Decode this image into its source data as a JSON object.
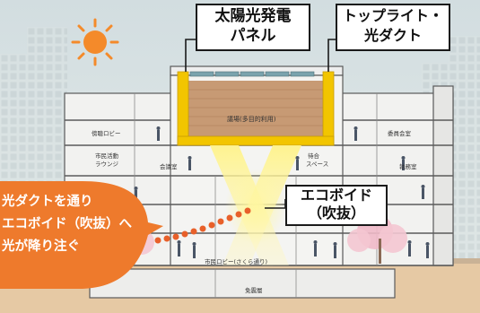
{
  "callouts": {
    "solar_panel": [
      "太陽光発電",
      "パネル"
    ],
    "toplight": [
      "トップライト・",
      "光ダクト"
    ],
    "ecovoid": [
      "エコボイド",
      "（吹抜）"
    ]
  },
  "orange_bubble": [
    "光ダクトを通り",
    "エコボイド（吹抜）へ",
    "光が降り注ぐ"
  ],
  "room_labels": {
    "hall": "議場(多目的利用)",
    "committee_lobby": "傍聴ロビー",
    "committee_room": "委員会室",
    "citizen_lounge": [
      "市民活動",
      "ラウンジ"
    ],
    "meeting_room": "会議室",
    "waiting_space": [
      "待合",
      "スペース"
    ],
    "office": "執務室",
    "citizen_lobby": "市民ロビー(さくら通り)",
    "basement": "免震層"
  },
  "colors": {
    "sky": "#d2dde0",
    "building_outline": "#5a5a5a",
    "hall_wood": "#c79a74",
    "yellow_duct": "#f2c500",
    "orange_bubble": "#ee7a2c",
    "dot_trail": "#e8602a",
    "sun": "#f48a2a",
    "tree_pink": "#f0b9c8",
    "ground": "#e6c9a4"
  },
  "icons": [
    "sun-icon",
    "cherry-tree-icon",
    "person-icon"
  ]
}
